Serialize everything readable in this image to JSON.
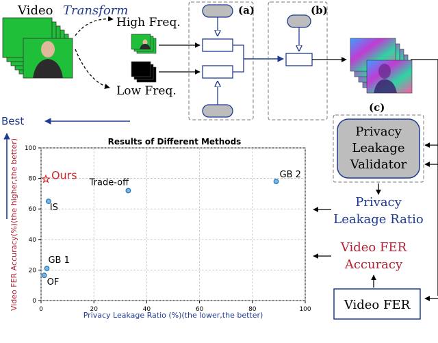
{
  "pipeline": {
    "video_label": "Video",
    "transform_label": "Transform",
    "high_freq_label": "High Freq.",
    "low_freq_label": "Low Freq.",
    "module_a_label": "(a)",
    "module_b_label": "(b)",
    "module_c_label": "(c)",
    "validator_line1": "Privacy",
    "validator_line2": "Leakage",
    "validator_line3": "Validator",
    "privacy_ratio_line1": "Privacy",
    "privacy_ratio_line2": "Leakage Ratio",
    "fer_accuracy_line1": "Video FER",
    "fer_accuracy_line2": "Accuracy",
    "video_fer_label": "Video FER"
  },
  "annotations": {
    "best_label": "Best",
    "y_direction_label": "Video FER Accuracy(%)(the higher,the better)"
  },
  "colors": {
    "accent_blue": "#1f3a93",
    "accent_red": "#b22234",
    "point_blue": "#1f77b4",
    "ours_red": "#d62728",
    "green_screen": "#1fbf3a"
  },
  "chart_data": {
    "type": "scatter",
    "title": "Results of Different Methods",
    "xlabel": "Privacy Leakage Ratio (%)(the lower,the better)",
    "ylabel": "Video FER Accuracy(%)(the higher,the better)",
    "xlim": [
      0,
      100
    ],
    "ylim": [
      0,
      100
    ],
    "x_ticks": [
      "0",
      "20",
      "40",
      "60",
      "80",
      "100"
    ],
    "y_ticks": [
      "0",
      "20",
      "40",
      "60",
      "80",
      "100"
    ],
    "grid": true,
    "points": [
      {
        "label": "Ours",
        "x": 1.8,
        "y": 79.5,
        "marker": "star"
      },
      {
        "label": "IS",
        "x": 2.8,
        "y": 65,
        "marker": "circle"
      },
      {
        "label": "Trade-off",
        "x": 33,
        "y": 72,
        "marker": "circle"
      },
      {
        "label": "GB 2",
        "x": 89,
        "y": 78,
        "marker": "circle"
      },
      {
        "label": "GB 1",
        "x": 2.2,
        "y": 21,
        "marker": "circle"
      },
      {
        "label": "OF",
        "x": 1.2,
        "y": 16.5,
        "marker": "circle"
      }
    ]
  }
}
